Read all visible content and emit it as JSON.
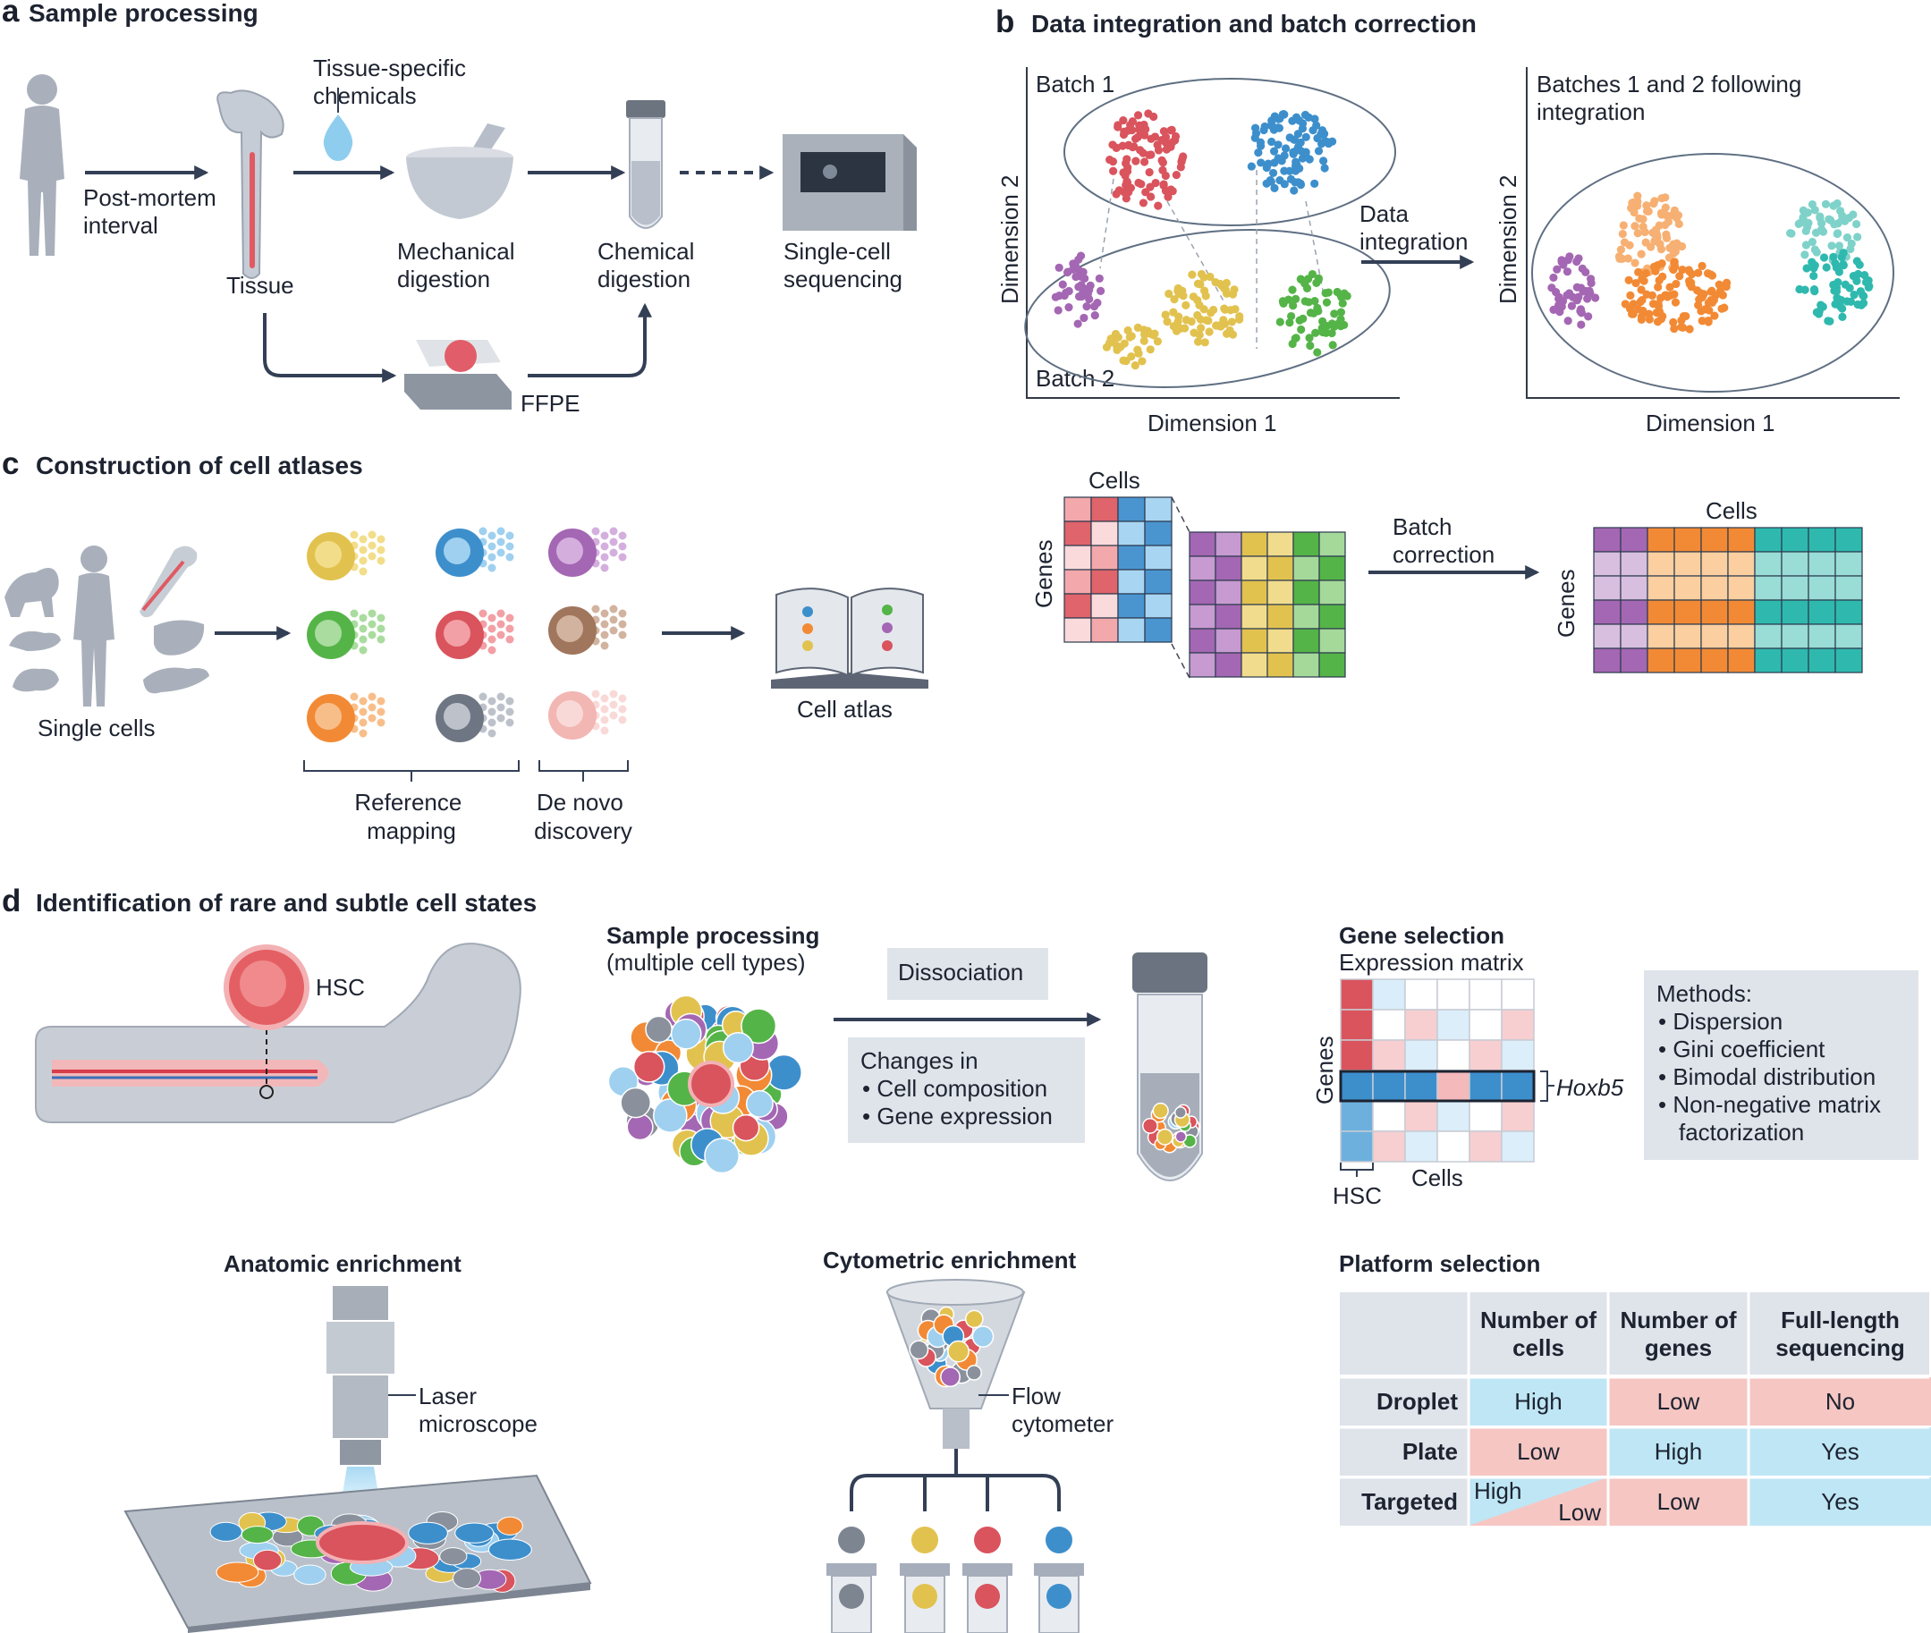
{
  "panel_a": {
    "letter": "a",
    "title": "Sample processing",
    "labels": {
      "post_mortem": [
        "Post-mortem",
        "interval"
      ],
      "tissue": "Tissue",
      "tissue_specific": [
        "Tissue-specific",
        "chemicals"
      ],
      "mechanical": [
        "Mechanical",
        "digestion"
      ],
      "chemical": [
        "Chemical",
        "digestion"
      ],
      "sequencing": [
        "Single-cell",
        "sequencing"
      ],
      "ffpe": "FFPE"
    }
  },
  "panel_b": {
    "letter": "b",
    "title": "Data integration and batch correction",
    "left_plot": {
      "batch1": "Batch 1",
      "batch2": "Batch 2",
      "xlabel": "Dimension 1",
      "ylabel": "Dimension 2"
    },
    "integration_label": [
      "Data",
      "integration"
    ],
    "right_plot": {
      "title": [
        "Batches 1 and 2 following",
        "integration"
      ],
      "xlabel": "Dimension 1",
      "ylabel": "Dimension 2"
    },
    "matrix_left": {
      "cells": "Cells",
      "genes": "Genes"
    },
    "batch_correction": [
      "Batch",
      "correction"
    ],
    "matrix_right": {
      "cells": "Cells",
      "genes": "Genes"
    }
  },
  "panel_c": {
    "letter": "c",
    "title": "Construction of cell atlases",
    "single_cells": "Single cells",
    "reference_mapping": [
      "Reference",
      "mapping"
    ],
    "de_novo": [
      "De novo",
      "discovery"
    ],
    "cell_atlas": "Cell atlas"
  },
  "panel_d": {
    "letter": "d",
    "title": "Identification of rare and subtle cell states",
    "hsc": "HSC",
    "sample_processing": {
      "title": "Sample processing",
      "subtitle": "(multiple cell types)"
    },
    "dissociation": "Dissociation",
    "changes": {
      "title": "Changes in",
      "items": [
        "Cell composition",
        "Gene expression"
      ]
    },
    "gene_selection": {
      "title": "Gene selection",
      "subtitle": "Expression matrix",
      "genes": "Genes",
      "cells": "Cells",
      "hsc": "HSC",
      "gene": "Hoxb5"
    },
    "methods": {
      "title": "Methods:",
      "items": [
        "Dispersion",
        "Gini coefficient",
        "Bimodal distribution",
        "Non-negative matrix",
        "factorization"
      ]
    },
    "anatomic": {
      "title": "Anatomic enrichment",
      "laser": [
        "Laser",
        "microscope"
      ]
    },
    "cytometric": {
      "title": "Cytometric enrichment",
      "flow": [
        "Flow",
        "cytometer"
      ]
    },
    "platform": {
      "title": "Platform selection",
      "headers": [
        [
          "Number of",
          "cells"
        ],
        [
          "Number of",
          "genes"
        ],
        [
          "Full-length",
          "sequencing"
        ]
      ],
      "rows": [
        {
          "name": "Droplet",
          "values": [
            "High",
            "Low",
            "No"
          ]
        },
        {
          "name": "Plate",
          "values": [
            "Low",
            "High",
            "Yes"
          ]
        },
        {
          "name": "Targeted",
          "values": [
            "High",
            "Low",
            "Yes"
          ],
          "split_low": "Low"
        }
      ]
    }
  },
  "colors": {
    "arrow": "#333f55",
    "red": "#d9545d",
    "blue": "#3d8fcc",
    "purple": "#a467b3",
    "yellow": "#e2c24f",
    "green": "#55b448",
    "orange": "#f28a35",
    "teal": "#2fb9ae",
    "table_blue": "#bfe6f5",
    "table_pink": "#f6c6c3",
    "table_grey": "#dfe3ea",
    "box_grey": "#dfe4ea"
  }
}
